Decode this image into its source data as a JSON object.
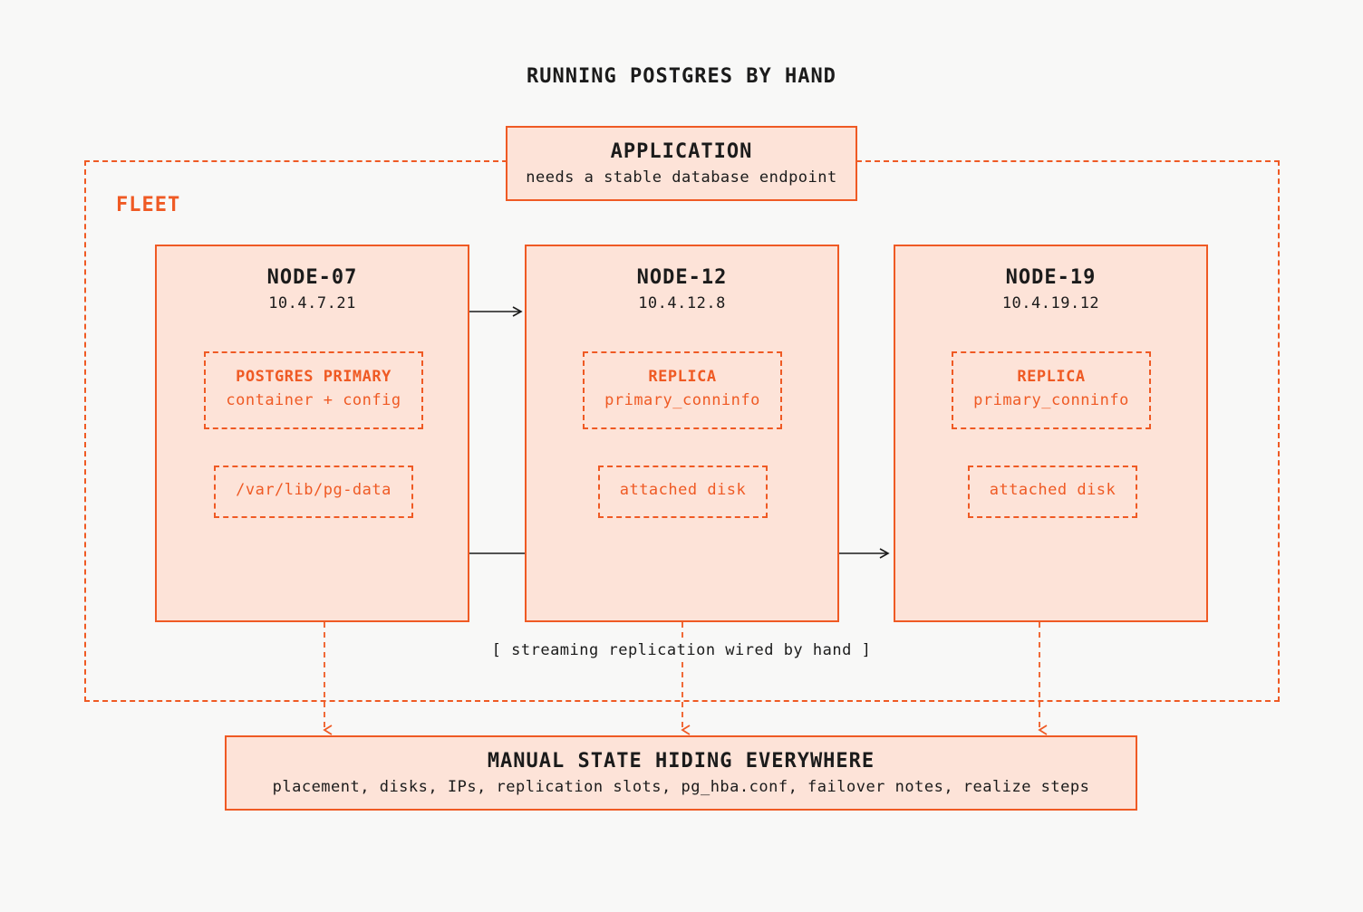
{
  "title": "RUNNING POSTGRES BY HAND",
  "fleet_label": "FLEET",
  "application": {
    "title": "APPLICATION",
    "subtitle": "needs a stable database endpoint"
  },
  "nodes": [
    {
      "name": "NODE-07",
      "ip": "10.4.7.21",
      "role": "POSTGRES PRIMARY",
      "role_detail": "container + config",
      "storage": "/var/lib/pg-data"
    },
    {
      "name": "NODE-12",
      "ip": "10.4.12.8",
      "role": "REPLICA",
      "role_detail": "primary_conninfo",
      "storage": "attached disk"
    },
    {
      "name": "NODE-19",
      "ip": "10.4.19.12",
      "role": "REPLICA",
      "role_detail": "primary_conninfo",
      "storage": "attached disk"
    }
  ],
  "replication_caption": "[ streaming replication wired by hand ]",
  "manual_state": {
    "title": "MANUAL STATE HIDING EVERYWHERE",
    "subtitle": "placement, disks, IPs, replication slots, pg_hba.conf, failover notes, realize steps"
  },
  "colors": {
    "accent": "#ef5a24",
    "box_fill": "#fde3d8",
    "background": "#f8f8f7",
    "text": "#1b1b1b"
  }
}
